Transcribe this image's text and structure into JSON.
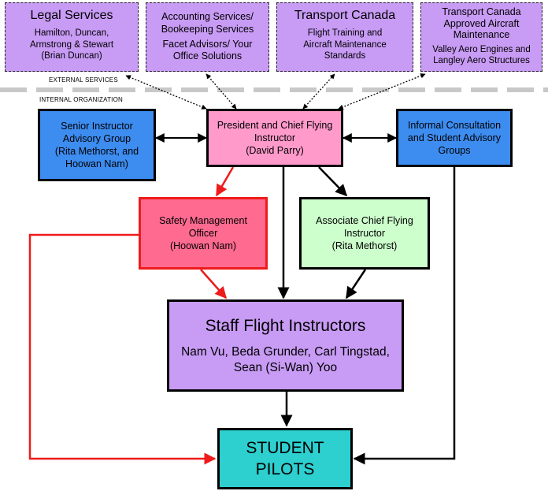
{
  "section_labels": {
    "external": "EXTERNAL SERVICES",
    "internal": "INTERNAL ORGANIZATION"
  },
  "external": {
    "legal": {
      "title": "Legal Services",
      "lines": [
        "Hamilton, Duncan,",
        "Armstrong & Stewart",
        "(Brian Duncan)"
      ]
    },
    "accounting": {
      "title_lines": [
        "Accounting Services/",
        "Bookeeping Services"
      ],
      "sub_lines": [
        "Facet Advisors/ Your",
        "Office Solutions"
      ]
    },
    "transport": {
      "title": "Transport Canada",
      "lines": [
        "Flight Training and",
        "Aircraft Maintenance",
        "Standards"
      ]
    },
    "maintenance": {
      "title_lines": [
        "Transport Canada",
        "Approved Aircraft",
        "Maintenance"
      ],
      "sub_lines": [
        "Valley Aero Engines and",
        "Langley Aero Structures"
      ]
    }
  },
  "internal": {
    "senior_advisory": {
      "lines": [
        "Senior Instructor",
        "Advisory Group",
        "(Rita Methorst, and",
        "Hoowan Nam)"
      ]
    },
    "president": {
      "lines": [
        "President and Chief Flying",
        "Instructor",
        "(David Parry)"
      ]
    },
    "informal": {
      "lines": [
        "Informal Consultation",
        "and Student Advisory",
        "Groups"
      ]
    },
    "safety": {
      "lines": [
        "Safety Management",
        "Officer",
        "(Hoowan Nam)"
      ]
    },
    "associate": {
      "lines": [
        "Associate Chief Flying",
        "Instructor",
        "(Rita Methorst)"
      ]
    },
    "staff": {
      "title": "Staff Flight Instructors",
      "lines": [
        "Nam Vu, Beda Grunder, Carl Tingstad,",
        "Sean (Si-Wan) Yoo"
      ]
    },
    "students": {
      "lines": [
        "STUDENT",
        "PILOTS"
      ]
    }
  },
  "colors": {
    "external_purple": "#c89bf5",
    "blue": "#3d8cf0",
    "pink": "#ff9acb",
    "safety_red": "#ff6a90",
    "red_line": "#ee1b1b",
    "green": "#ccffcc",
    "teal": "#2ecfcf"
  }
}
